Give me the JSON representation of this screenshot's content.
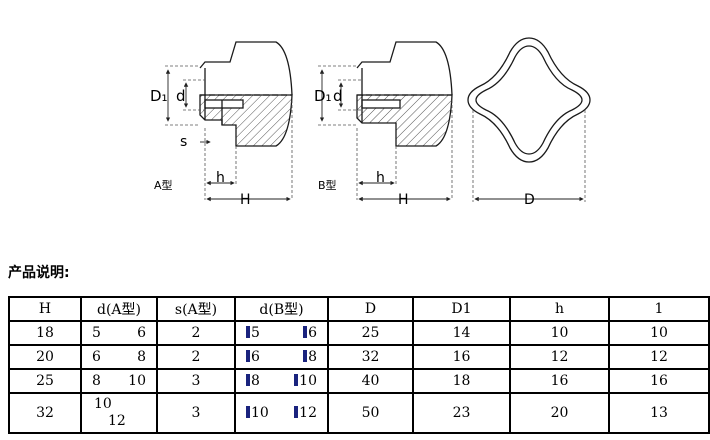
{
  "drawing": {
    "labels": {
      "d1": "D₁",
      "d": "d",
      "s": "s",
      "h": "h",
      "H": "H",
      "D": "D",
      "type_a": "A型",
      "type_b": "B型"
    },
    "line_color": "#1a1a1a",
    "hatch_color": "#333333"
  },
  "heading": "产品说明:",
  "table": {
    "headers": [
      "H",
      "d(A型)",
      "s(A型)",
      "d(B型)",
      "D",
      "D1",
      "h",
      "1"
    ],
    "rows": [
      {
        "H": "18",
        "dA": [
          "5",
          "6"
        ],
        "sA": "2",
        "dB": [
          "5",
          "6"
        ],
        "D": "25",
        "D1": "14",
        "h": "10",
        "l": "10"
      },
      {
        "H": "20",
        "dA": [
          "6",
          "8"
        ],
        "sA": "2",
        "dB": [
          "6",
          "8"
        ],
        "D": "32",
        "D1": "16",
        "h": "12",
        "l": "12"
      },
      {
        "H": "25",
        "dA": [
          "8",
          "10"
        ],
        "sA": "3",
        "dB": [
          "8",
          "10"
        ],
        "D": "40",
        "D1": "18",
        "h": "16",
        "l": "16"
      },
      {
        "H": "32",
        "dA": [
          "10",
          "12"
        ],
        "sA": "3",
        "dB": [
          "10",
          "12"
        ],
        "D": "50",
        "D1": "23",
        "h": "20",
        "l": "13"
      }
    ]
  }
}
